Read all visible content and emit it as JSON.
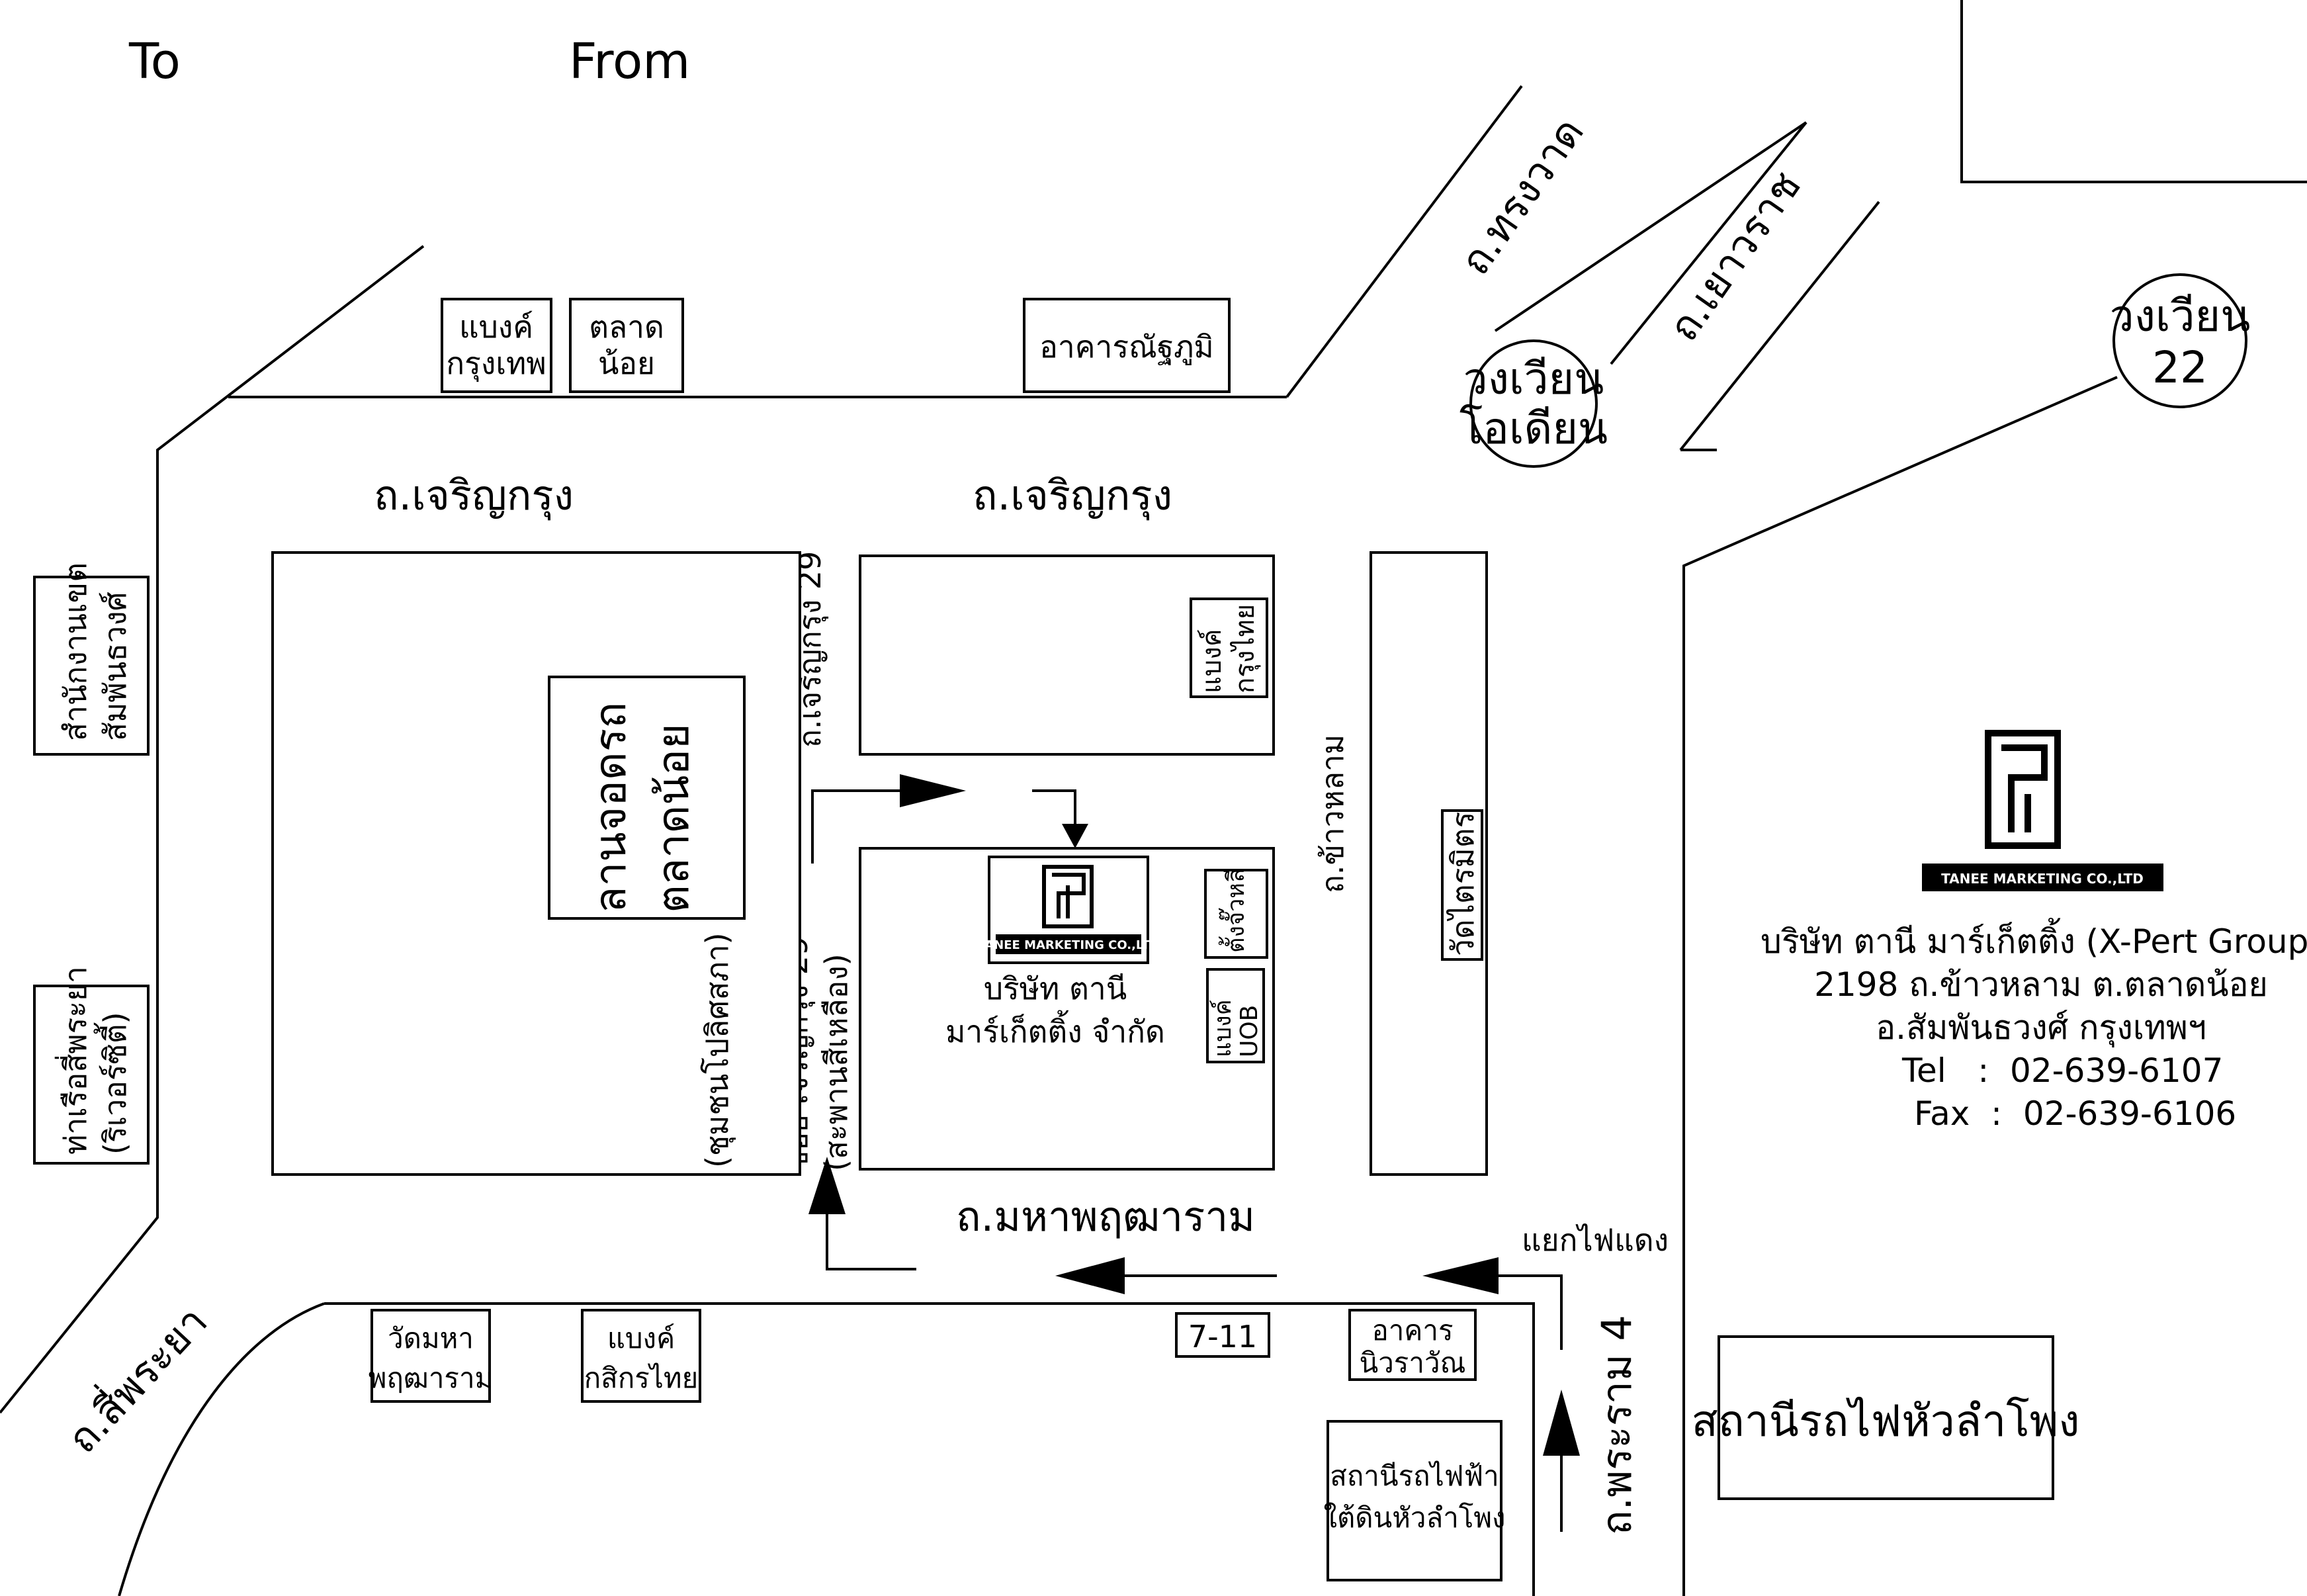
{
  "header": {
    "to": "To",
    "from": "From"
  },
  "roads": {
    "krungwat": "ถ.ทรงวาด",
    "yaowarat": "ถ.เยาวราช",
    "charoen_krung_left": "ถ.เจริญกรุง",
    "charoen_krung_right": "ถ.เจริญกรุง",
    "charoen_krung_29": "ถ.เจริญกรุง 29",
    "khao_lam": "ถ.ข้าวหลาม",
    "soi_29_line1": "ซอย เจริญกรุง 29",
    "soi_29_line2": "(สะพานสีเหลือง)",
    "maha_pruettaram": "ถ.มหาพฤฒาราม",
    "si_phraya": "ถ.สี่พระยา",
    "rama4": "ถ.พระราม 4",
    "traffic_light": "แยกไฟแดง"
  },
  "circles": {
    "odeon": [
      "วงเวียน",
      "โอเดียน"
    ],
    "circle22": [
      "วงเวียน",
      "22"
    ]
  },
  "landmarks": {
    "bangkok_bank": [
      "แบงค์",
      "กรุงเทพ"
    ],
    "talad_noi_box": [
      "ตลาด",
      "น้อย"
    ],
    "nathaphum": "อาคารณัฐภูมิ",
    "district_office": [
      "สำนักงานเขต",
      "สัมพันธวงศ์"
    ],
    "si_phraya_pier": [
      "ท่าเรือสี่พระยา",
      "(ริเวอร์ซิตี้)"
    ],
    "parking": [
      "ลานจอดรถ",
      "ตลาดน้อย"
    ],
    "community": "(ชุมชนโปลิศสภา)",
    "krungthai_bank": [
      "แบงค์",
      "กรุงไทย"
    ],
    "wat_traimit": "วัดไตรมิตร",
    "ciang_huat": "ตั้งจั๊วหลี",
    "uob": [
      "แบงค์",
      "UOB"
    ],
    "wat_maha": [
      "วัดมหา",
      "พฤฒาราม"
    ],
    "kasikorn": [
      "แบงค์",
      "กสิกรไทย"
    ],
    "seven_eleven": "7-11",
    "niwarawan": [
      "อาคาร",
      "นิวราวัณ"
    ],
    "mrt_station": [
      "สถานีรถไฟฟ้า",
      "ใต้ดินหัวลำโพง"
    ],
    "hualamphong": "สถานีรถไฟหัวลำโพง"
  },
  "company_on_map": {
    "logo_caption": "TANEE MARKETING CO.,LTD",
    "lines": [
      "บริษัท ตานี",
      "มาร์เก็ตติ้ง จำกัด"
    ]
  },
  "company_info": {
    "logo_caption": "TANEE MARKETING CO.,LTD",
    "name": "บริษัท ตานี มาร์เก็ตติ้ง (X-Pert Group)",
    "address1": "2198 ถ.ข้าวหลาม ต.ตลาดน้อย",
    "address2": "อ.สัมพันธวงศ์ กรุงเทพฯ",
    "tel": "Tel   :  02-639-6107",
    "fax": "Fax  :  02-639-6106"
  }
}
